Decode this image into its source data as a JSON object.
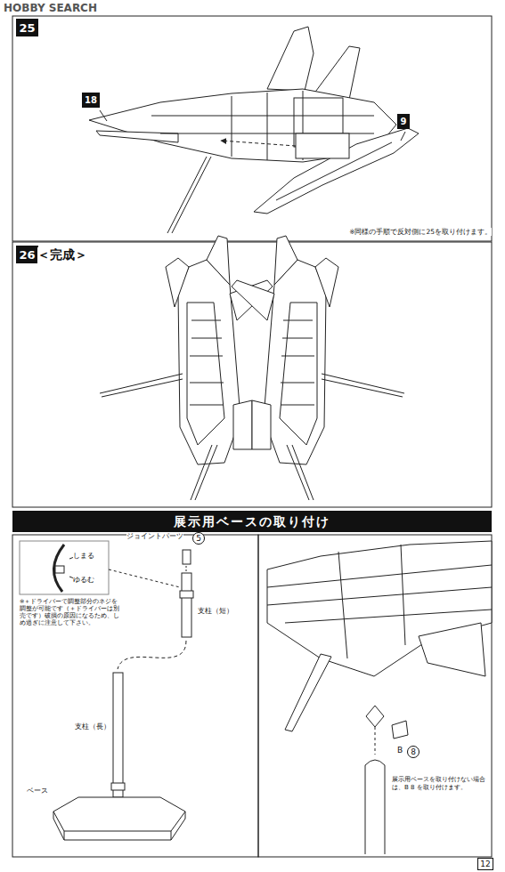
{
  "diagram": {
    "nodes": [
      {
        "text": [
          "25"
        ]
      },
      {
        "text": [
          "18"
        ]
      },
      {
        "text": [
          "9"
        ]
      },
      {
        "text": [
          "26"
        ]
      },
      {
        "text": [
          "展示用ベースの取り付け"
        ]
      },
      {
        "text": [
          "5"
        ]
      },
      {
        "text": [
          "8"
        ]
      },
      {
        "text": [
          "12"
        ]
      }
    ],
    "labels": [
      "HOBBY SEARCH",
      "※同様の手順で反対側に25を取り付けます。",
      "＜完成＞",
      "しまる",
      "ゆるむ",
      "※＋ドライバーで調整部分のネジを調整が可能です（＋ドライバーは別売です）破損の原因になるため、しめ過ぎに注意して下さい。",
      "ジョイントパーツ",
      "支柱（短）",
      "支柱（長）",
      "ベース",
      "B",
      "展示用ベースを取り付けない場合は、B 8 を取り付けます。"
    ]
  }
}
